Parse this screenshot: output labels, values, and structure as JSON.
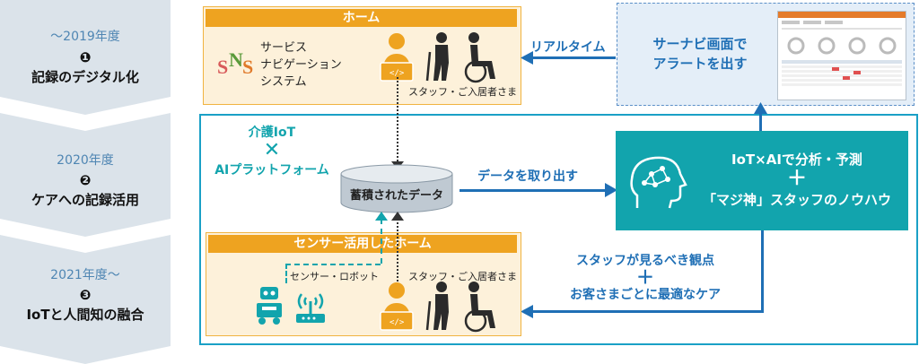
{
  "timeline": [
    {
      "year": "〜2019年度",
      "num": "❶",
      "title": "記録のデジタル化"
    },
    {
      "year": "2020年度",
      "num": "❷",
      "title": "ケアへの記録活用"
    },
    {
      "year": "2021年度〜",
      "num": "❸",
      "title": "IoTと人間知の融合"
    }
  ],
  "home": {
    "header": "ホーム",
    "logo_text": "SNS",
    "system_lines": [
      "サービス",
      "ナビゲーション",
      "システム"
    ],
    "persons_label": "スタッフ・ご入居者さま"
  },
  "realtime_label": "リアルタイム",
  "alert_box": {
    "lines": [
      "サーナビ画面で",
      "アラートを出す"
    ]
  },
  "iot_label": {
    "line1": "介護IoT",
    "cross": "✕",
    "line2": "AIプラットフォーム"
  },
  "database_label": "蓄積されたデータ",
  "extract_label": "データを取り出す",
  "analysis": {
    "line1": "IoT×AIで分析・予測",
    "plus": "＋",
    "line2": "「マジ神」スタッフのノウハウ"
  },
  "sensor_home": {
    "header": "センサー活用したホーム",
    "sensor_label": "センサー・ロボット",
    "persons_label": "スタッフ・ご入居者さま"
  },
  "care_output": {
    "line1": "スタッフが見るべき観点",
    "plus": "＋",
    "line2": "お客さまごとに最適なケア"
  },
  "colors": {
    "orange": "#eea320",
    "teal": "#12a4ad",
    "blue": "#1f6fb5",
    "chevron": "#dbe3ea"
  }
}
